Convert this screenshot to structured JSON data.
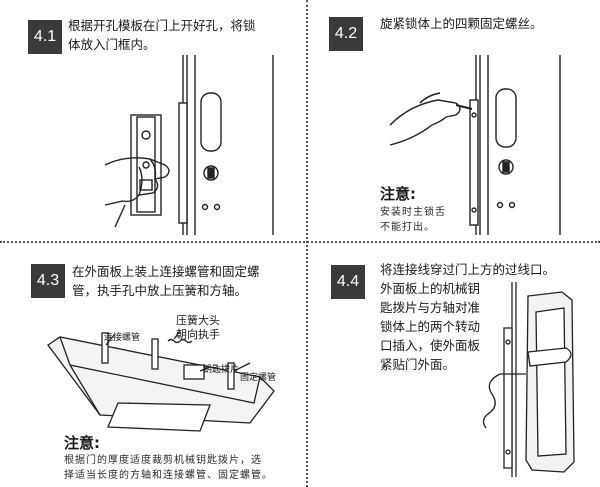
{
  "steps": [
    {
      "number": "4.1",
      "lines": [
        "根据开孔模板在门上开好孔，将锁",
        "体放入门框内。"
      ]
    },
    {
      "number": "4.2",
      "lines": [
        "旋紧锁体上的四颗固定螺丝。"
      ],
      "note_title": "注意:",
      "note_lines": [
        "安装时主锁舌",
        "不能打出。"
      ]
    },
    {
      "number": "4.3",
      "lines": [
        "在外面板上装上连接螺管和固定螺",
        "管，执手孔中放上压簧和方轴。"
      ],
      "callouts": {
        "connect_tube": "连接螺管",
        "spring_lines": [
          "压簧大头",
          "朝向执手"
        ],
        "key_plate": "钥匙拨片",
        "fix_tube": "固定螺管"
      },
      "note_title": "注意:",
      "note_lines": [
        "根据门的厚度适度裁剪机械钥匙拨片，选",
        "择适当长度的方轴和连接螺管、固定螺管。"
      ]
    },
    {
      "number": "4.4",
      "lines": [
        "将连接线穿过门上方的过线口。",
        "外面板上的机械钥",
        "匙拨片与方轴对准",
        "锁体上的两个转动",
        "口插入，使外面板",
        "紧贴门外面。"
      ]
    }
  ],
  "colors": {
    "badge": "#3a3a3a",
    "divider": "#555555",
    "line_art": "#222222"
  }
}
